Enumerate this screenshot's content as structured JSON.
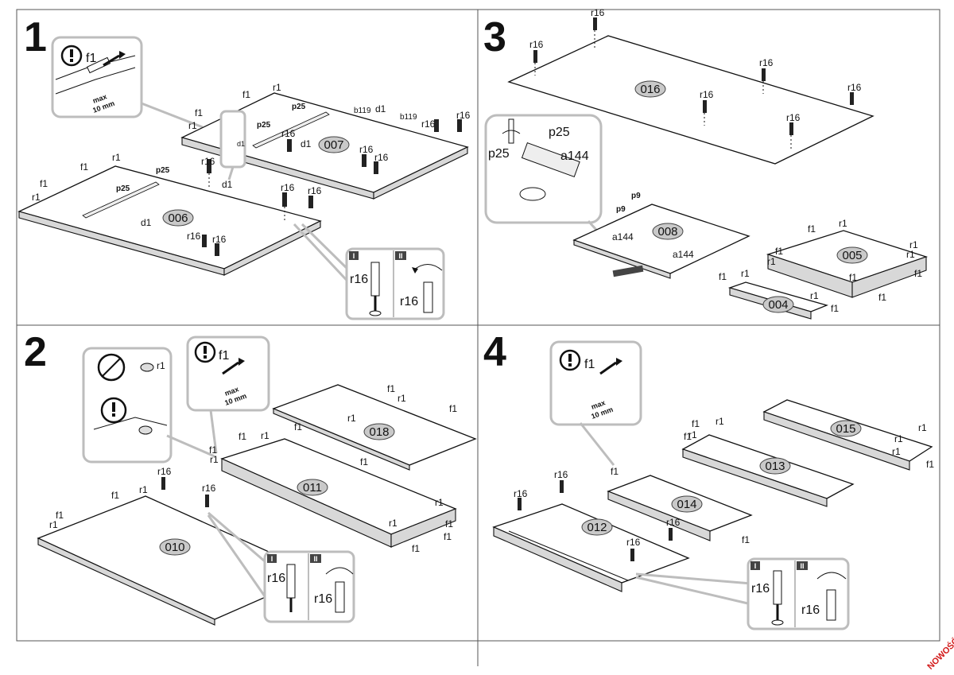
{
  "steps": {
    "s1": "1",
    "s2": "2",
    "s3": "3",
    "s4": "4"
  },
  "parts": {
    "p007": "007",
    "p006": "006",
    "p016": "016",
    "p008": "008",
    "p005": "005",
    "p004": "004",
    "p018": "018",
    "p011": "011",
    "p010": "010",
    "p015": "015",
    "p013": "013",
    "p014": "014",
    "p012": "012"
  },
  "hardware": {
    "f1": "f1",
    "r1": "r1",
    "r16": "r16",
    "p25": "p25",
    "d1": "d1",
    "b119": "b119",
    "p9": "p9",
    "a144": "a144"
  },
  "callout": {
    "max_line1": "max",
    "max_line2": "10 mm",
    "step_i": "I",
    "step_ii": "II"
  },
  "badge": {
    "nowosc": "NOWOŚĆ",
    "nowosc_color": "#d21a1a"
  }
}
